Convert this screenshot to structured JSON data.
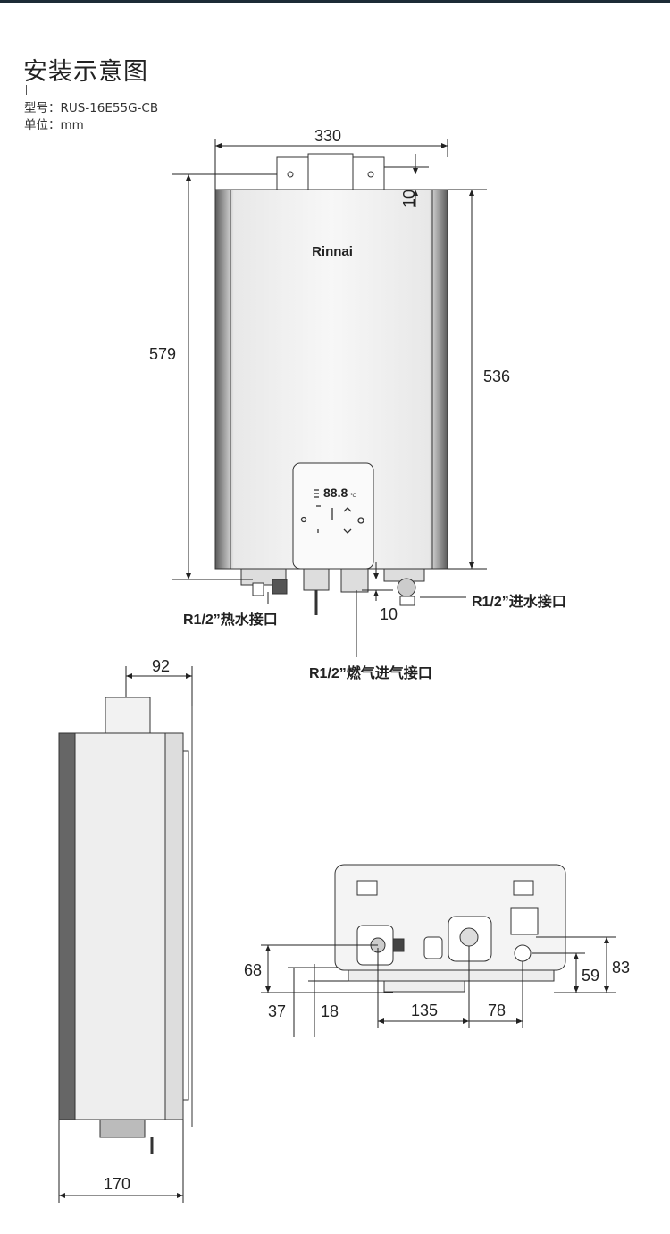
{
  "header": {
    "title": "安装示意图",
    "model": "型号：RUS-16E55G-CB",
    "unit": "单位：mm"
  },
  "front_view": {
    "brand": "Rinnai",
    "display": "88.8",
    "display_unit": "℃",
    "dims": {
      "width": "330",
      "height_total": "579",
      "height_body": "536",
      "top_offset": "10",
      "bottom_offset": "10"
    },
    "labels": {
      "hot_water": "R1/2”热水接口",
      "water_inlet": "R1/2”进水接口",
      "gas_inlet": "R1/2”燃气进气接口"
    }
  },
  "side_view": {
    "dims": {
      "flue_offset": "92",
      "depth": "170"
    }
  },
  "bottom_view": {
    "dims": {
      "d68": "68",
      "d37": "37",
      "d18": "18",
      "d135": "135",
      "d78": "78",
      "d59": "59",
      "d83": "83"
    }
  }
}
